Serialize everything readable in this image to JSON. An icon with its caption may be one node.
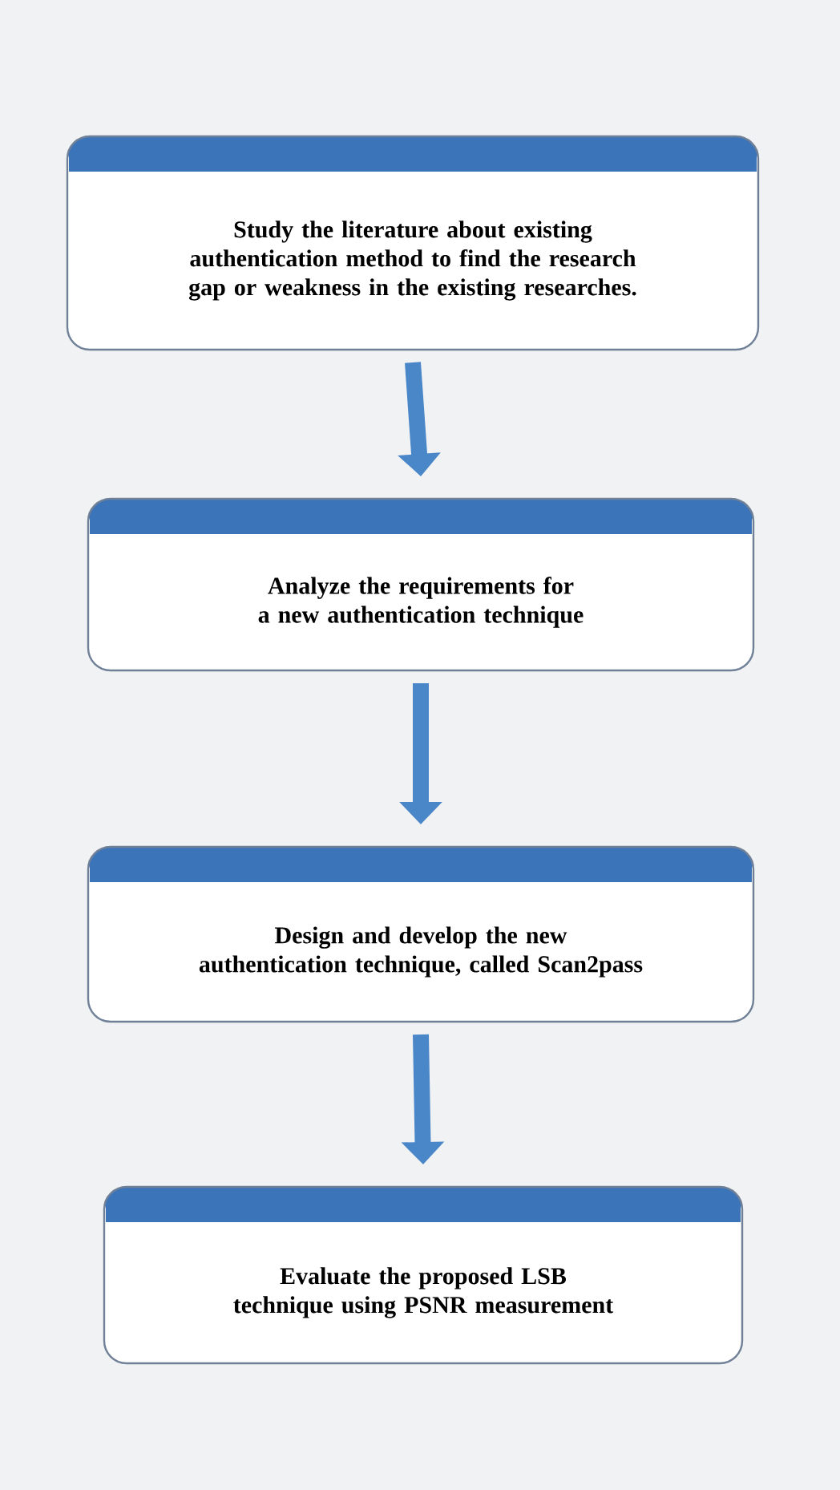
{
  "diagram": {
    "nodes": [
      {
        "text": [
          "Study the literature about existing authentication method to find the research gap or weakness in the existing researches."
        ]
      },
      {
        "text": [
          "Analyze the requirements for a new authentication technique"
        ]
      },
      {
        "text": [
          "Design and develop the new authentication technique, called Scan2pass"
        ]
      },
      {
        "text": [
          "Evaluate the proposed LSB technique using PSNR measurement"
        ]
      }
    ],
    "edges": [
      {
        "from": 0,
        "to": 1,
        "arrow": "to"
      },
      {
        "from": 1,
        "to": 2,
        "arrow": "to"
      },
      {
        "from": 2,
        "to": 3,
        "arrow": "to"
      }
    ]
  }
}
